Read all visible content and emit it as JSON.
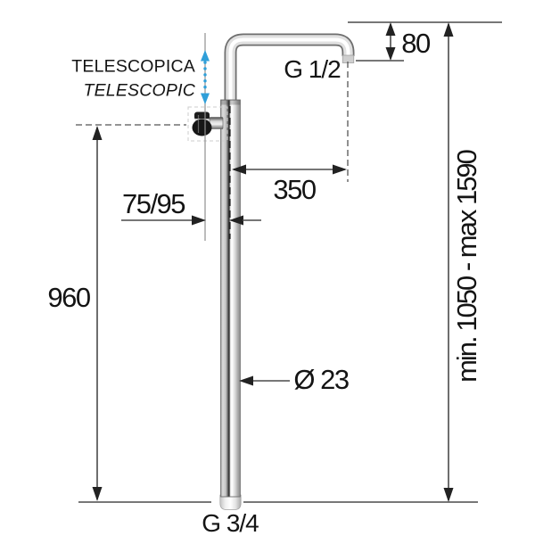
{
  "diagram": {
    "labels": {
      "telescopic_it": "TELESCOPICA",
      "telescopic_en": "TELESCOPIC",
      "thread_top": "G 1/2",
      "thread_bottom": "G 3/4",
      "outlet_drop": "80",
      "arm_reach": "350",
      "wall_offset": "75/95",
      "column_height": "960",
      "pipe_diameter": "Ø 23",
      "height_range": "min. 1050 - max 1590"
    },
    "colors": {
      "line": "#4a4a4a",
      "arrow": "#222222",
      "text": "#141414",
      "telescopic_arrow_blue": "#2f9fd9"
    }
  }
}
